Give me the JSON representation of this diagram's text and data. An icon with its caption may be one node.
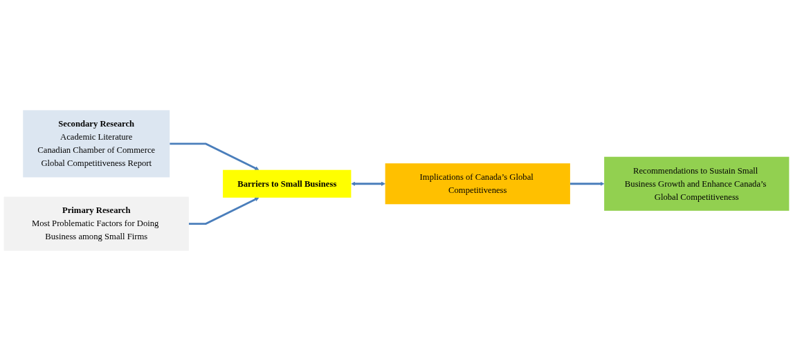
{
  "diagram": {
    "nodes": [
      {
        "text": [
          "Secondary Research",
          "Academic Literature",
          "Canadian Chamber of Commerce",
          "Global Competitiveness Report"
        ]
      },
      {
        "text": [
          "Barriers to Small Business"
        ]
      },
      {
        "text": [
          "Primary Research",
          "Most Problematic Factors for Doing Business among Small Firms"
        ]
      },
      {
        "text": [
          "Implications of Canada’s Global Competitiveness"
        ]
      },
      {
        "text": [
          "Recommendations to Sustain Small Business Growth and Enhance Canada’s Global Competitiveness"
        ]
      }
    ],
    "edges": [
      {
        "from": 0,
        "to": 1,
        "arrow": "to"
      },
      {
        "from": 2,
        "to": 1,
        "arrow": "to"
      },
      {
        "from": 1,
        "to": 3,
        "arrow": "both"
      },
      {
        "from": 3,
        "to": 4,
        "arrow": "to"
      }
    ]
  }
}
